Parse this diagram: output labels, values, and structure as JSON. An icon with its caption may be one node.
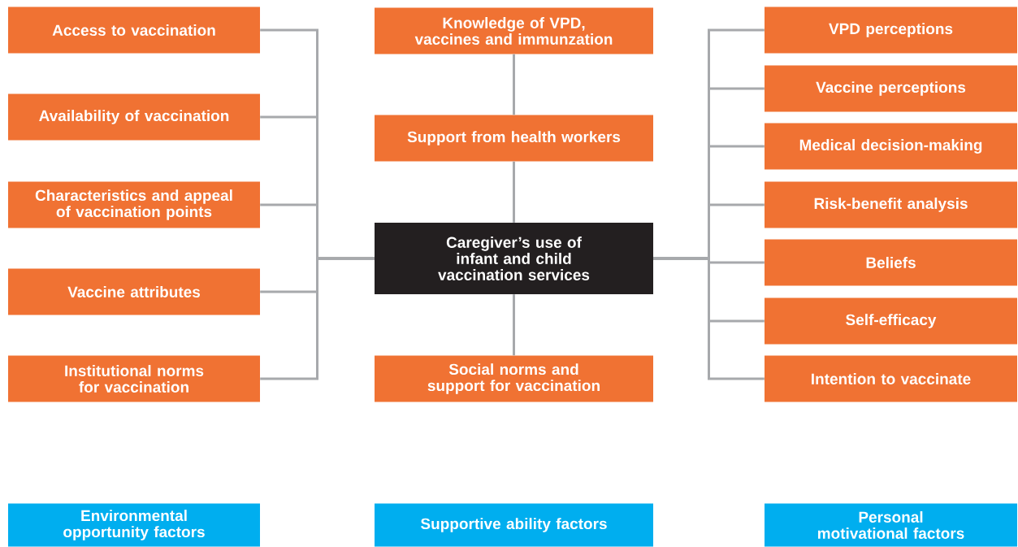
{
  "diagram": {
    "nodes": [
      {
        "text": [
          "Access to vaccination"
        ]
      },
      {
        "text": [
          "Availability of vaccination"
        ]
      },
      {
        "text": [
          "Characteristics and appeal of vaccination points"
        ]
      },
      {
        "text": [
          "Vaccine attributes"
        ]
      },
      {
        "text": [
          "Institutional norms for vaccination"
        ]
      },
      {
        "text": [
          "Knowledge of VPD, vaccines and immunzation"
        ]
      },
      {
        "text": [
          "Support from health workers"
        ]
      },
      {
        "text": [
          "Caregiver’s use of infant and child vaccination services"
        ]
      },
      {
        "text": [
          "Social norms and support for vaccination"
        ]
      },
      {
        "text": [
          "VPD perceptions"
        ]
      },
      {
        "text": [
          "Vaccine perceptions"
        ]
      },
      {
        "text": [
          "Medical decision-making"
        ]
      },
      {
        "text": [
          "Risk-benefit analysis"
        ]
      },
      {
        "text": [
          "Beliefs"
        ]
      },
      {
        "text": [
          "Self-efficacy"
        ]
      },
      {
        "text": [
          "Intention to vaccinate"
        ]
      },
      {
        "text": [
          "Environmental opportunity factors"
        ]
      },
      {
        "text": [
          "Supportive ability factors"
        ]
      },
      {
        "text": [
          "Personal motivational factors"
        ]
      }
    ],
    "edges": [
      {
        "from": 0,
        "to": 7,
        "arrow": "none"
      },
      {
        "from": 1,
        "to": 7,
        "arrow": "none"
      },
      {
        "from": 2,
        "to": 7,
        "arrow": "none"
      },
      {
        "from": 3,
        "to": 7,
        "arrow": "none"
      },
      {
        "from": 4,
        "to": 7,
        "arrow": "none"
      },
      {
        "from": 5,
        "to": 6,
        "arrow": "none"
      },
      {
        "from": 6,
        "to": 7,
        "arrow": "none"
      },
      {
        "from": 7,
        "to": 8,
        "arrow": "none"
      },
      {
        "from": 9,
        "to": 7,
        "arrow": "none"
      },
      {
        "from": 10,
        "to": 7,
        "arrow": "none"
      },
      {
        "from": 11,
        "to": 7,
        "arrow": "none"
      },
      {
        "from": 12,
        "to": 7,
        "arrow": "none"
      },
      {
        "from": 13,
        "to": 7,
        "arrow": "none"
      },
      {
        "from": 14,
        "to": 7,
        "arrow": "none"
      },
      {
        "from": 15,
        "to": 7,
        "arrow": "none"
      }
    ]
  }
}
